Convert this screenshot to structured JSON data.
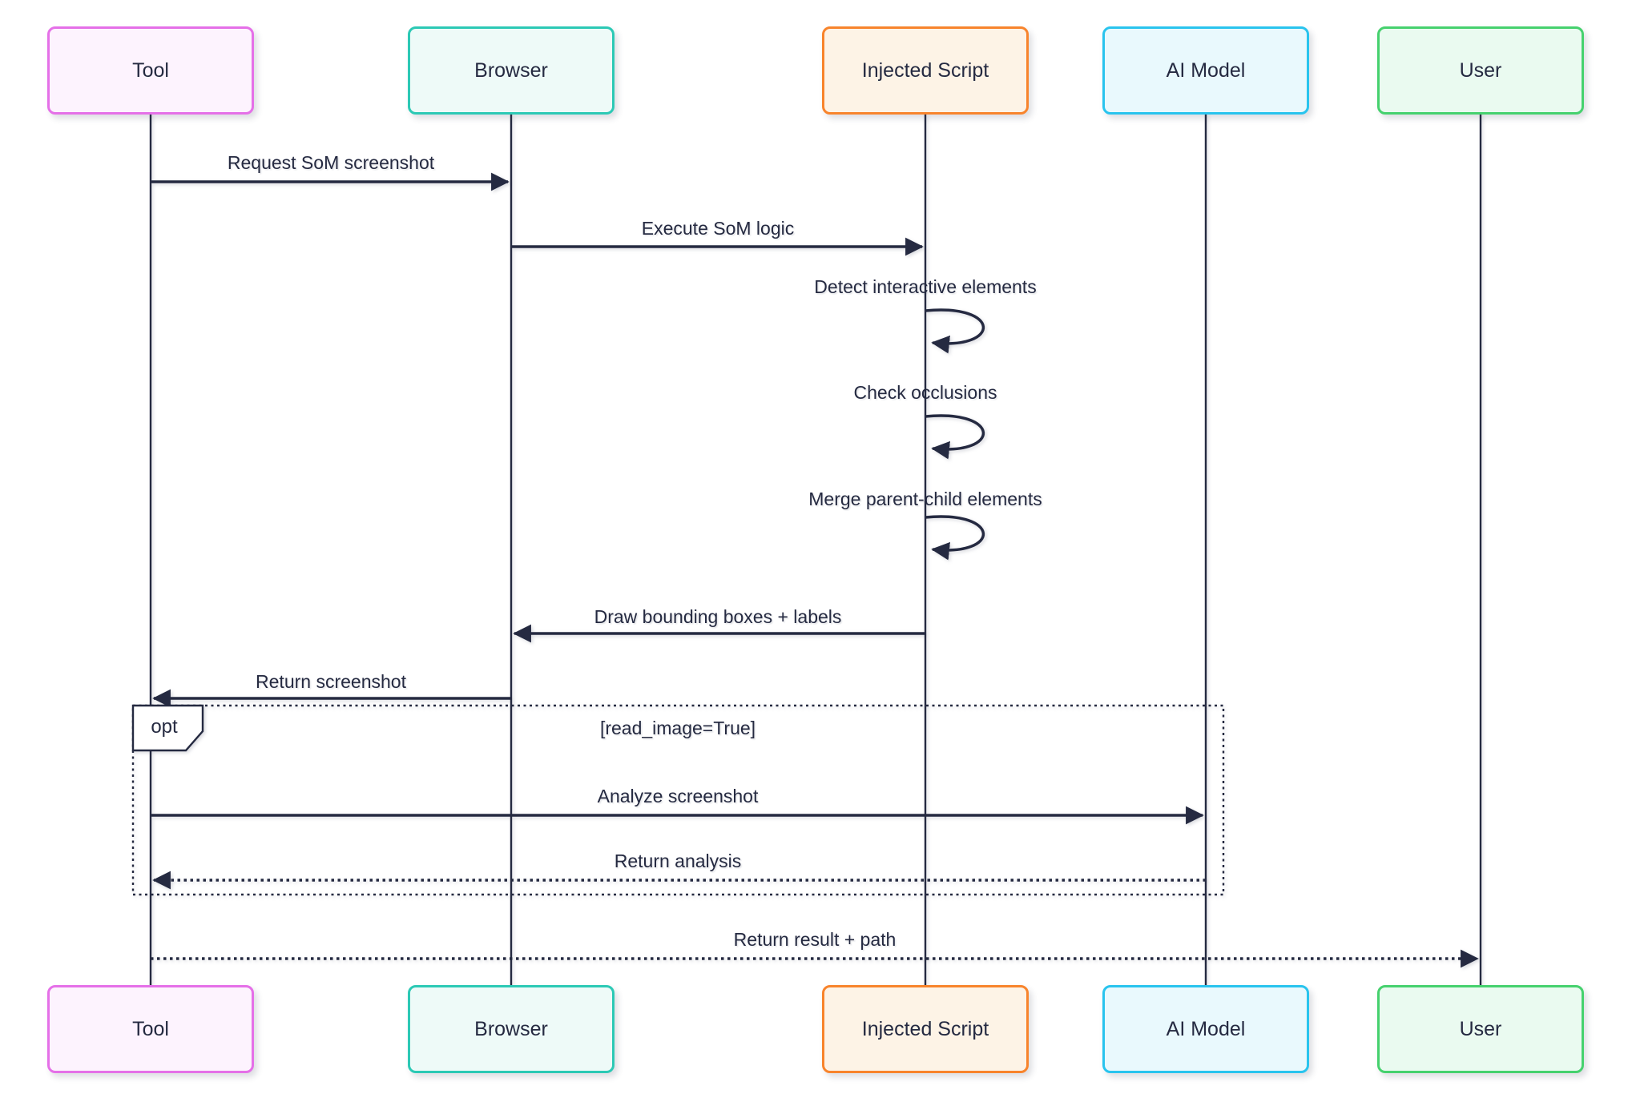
{
  "diagram": {
    "type": "sequence",
    "actors": [
      {
        "id": "tool",
        "label": "Tool",
        "border": "#e570e8",
        "fill": "#fdf3fe"
      },
      {
        "id": "browser",
        "label": "Browser",
        "border": "#2cc9b5",
        "fill": "#eefaf8"
      },
      {
        "id": "injected-script",
        "label": "Injected Script",
        "border": "#f8842c",
        "fill": "#fdf3e6"
      },
      {
        "id": "ai-model",
        "label": "AI Model",
        "border": "#29c4ee",
        "fill": "#e9f9fd"
      },
      {
        "id": "user",
        "label": "User",
        "border": "#46d16e",
        "fill": "#eafaf0"
      }
    ],
    "messages": [
      {
        "from": "Tool",
        "to": "Browser",
        "label": "Request SoM screenshot",
        "line": "solid"
      },
      {
        "from": "Browser",
        "to": "Injected Script",
        "label": "Execute SoM logic",
        "line": "solid"
      },
      {
        "from": "Injected Script",
        "to": "Injected Script",
        "label": "Detect interactive elements",
        "line": "self"
      },
      {
        "from": "Injected Script",
        "to": "Injected Script",
        "label": "Check occlusions",
        "line": "self"
      },
      {
        "from": "Injected Script",
        "to": "Injected Script",
        "label": "Merge parent-child elements",
        "line": "self"
      },
      {
        "from": "Injected Script",
        "to": "Browser",
        "label": "Draw bounding boxes + labels",
        "line": "solid"
      },
      {
        "from": "Browser",
        "to": "Tool",
        "label": "Return screenshot",
        "line": "solid"
      },
      {
        "from": "Tool",
        "to": "AI Model",
        "label": "Analyze screenshot",
        "line": "solid"
      },
      {
        "from": "AI Model",
        "to": "Tool",
        "label": "Return analysis",
        "line": "dotted"
      },
      {
        "from": "Tool",
        "to": "User",
        "label": "Return result + path",
        "line": "dotted"
      }
    ],
    "opt": {
      "keyword": "opt",
      "condition": "[read_image=True]"
    },
    "colors": {
      "line": "#252a41",
      "text": "#252a41",
      "background": "#ffffff",
      "frame_label_bg": "#ffffff"
    }
  }
}
